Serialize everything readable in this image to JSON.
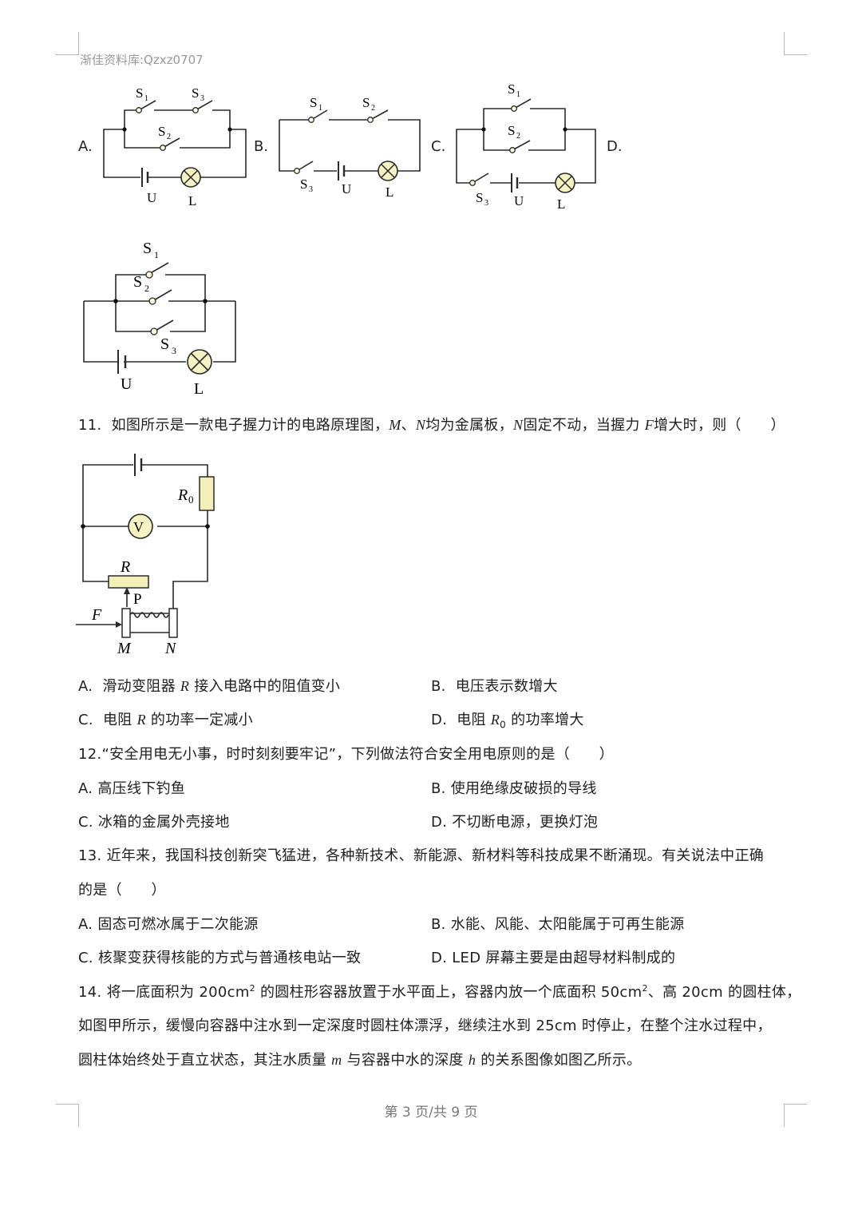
{
  "page": {
    "watermark": "渐佳资料库:Qzxz0707",
    "footer": "第 3 页/共 9 页"
  },
  "q10_options": {
    "A": {
      "label": "A.",
      "switches": [
        "S1",
        "S3",
        "S2"
      ],
      "source": "U",
      "lamp": "L"
    },
    "B": {
      "label": "B.",
      "switches": [
        "S1",
        "S2",
        "S3"
      ],
      "source": "U",
      "lamp": "L"
    },
    "C": {
      "label": "C.",
      "switches": [
        "S1",
        "S2",
        "S3"
      ],
      "source": "U",
      "lamp": "L"
    },
    "D": {
      "label": "D.",
      "switches": [
        "S1",
        "S2",
        "S3"
      ],
      "source": "U",
      "lamp": "L"
    }
  },
  "diagram_labels": {
    "S": "S",
    "sub1": "1",
    "sub2": "2",
    "sub3": "3",
    "U": "U",
    "L": "L",
    "R0": "R",
    "R0_sub": "0",
    "V": "V",
    "R": "R",
    "P": "P",
    "F": "F",
    "M": "M",
    "N": "N"
  },
  "colors": {
    "lamp_fill": "#f5f3c4",
    "resistor_fill": "#f3efb8",
    "wire": "#2a2a2a",
    "corner_marks": "#b5b5b5"
  },
  "questions": [
    {
      "number": "11.",
      "stem_parts": [
        "如图所示是一款电子握力计的电路原理图，",
        "M",
        "、",
        "N",
        "均为金属板，",
        "N",
        "固定不动，当握力 ",
        "F",
        "增大时，则（　　）"
      ],
      "options": [
        {
          "label": "A.",
          "parts": [
            "滑动变阻器 ",
            "R",
            " 接入电路中的阻值变小"
          ]
        },
        {
          "label": "B.",
          "parts": [
            "电压表示数增大"
          ]
        },
        {
          "label": "C.",
          "parts": [
            "电阻 ",
            "R",
            " 的功率一定减小"
          ]
        },
        {
          "label": "D.",
          "parts": [
            "电阻 ",
            "R",
            "0",
            " 的功率增大"
          ]
        }
      ]
    },
    {
      "number": "12.",
      "stem": "“安全用电无小事，时时刻刻要牢记”，下列做法符合安全用电原则的是（　　）",
      "options": [
        {
          "label": "A.",
          "text": "高压线下钓鱼"
        },
        {
          "label": "B.",
          "text": "使用绝缘皮破损的导线"
        },
        {
          "label": "C.",
          "text": "冰箱的金属外壳接地"
        },
        {
          "label": "D.",
          "text": "不切断电源，更换灯泡"
        }
      ]
    },
    {
      "number": "13.",
      "stem_line1": "近年来，我国科技创新突飞猛进，各种新技术、新能源、新材料等科技成果不断涌现。有关说法中正确",
      "stem_line2": "的是（　　）",
      "options": [
        {
          "label": "A.",
          "text": "固态可燃冰属于二次能源"
        },
        {
          "label": "B.",
          "text": "水能、风能、太阳能属于可再生能源"
        },
        {
          "label": "C.",
          "text": "核聚变获得核能的方式与普通核电站一致"
        },
        {
          "label": "D.",
          "text": "LED 屏幕主要是由超导材料制成的"
        }
      ]
    },
    {
      "number": "14.",
      "line1_parts": [
        "将一底面积为 200cm",
        "2",
        " 的圆柱形容器放置于水平面上，容器内放一个底面积 50cm",
        "2",
        "、高 20cm 的圆柱体，"
      ],
      "line2": "如图甲所示，缓慢向容器中注水到一定深度时圆柱体漂浮，继续注水到 25cm 时停止，在整个注水过程中，",
      "line3_parts": [
        "圆柱体始终处于直立状态，其注水质量 ",
        "m",
        " 与容器中水的深度 ",
        "h",
        " 的关系图像如图乙所示。"
      ]
    }
  ]
}
